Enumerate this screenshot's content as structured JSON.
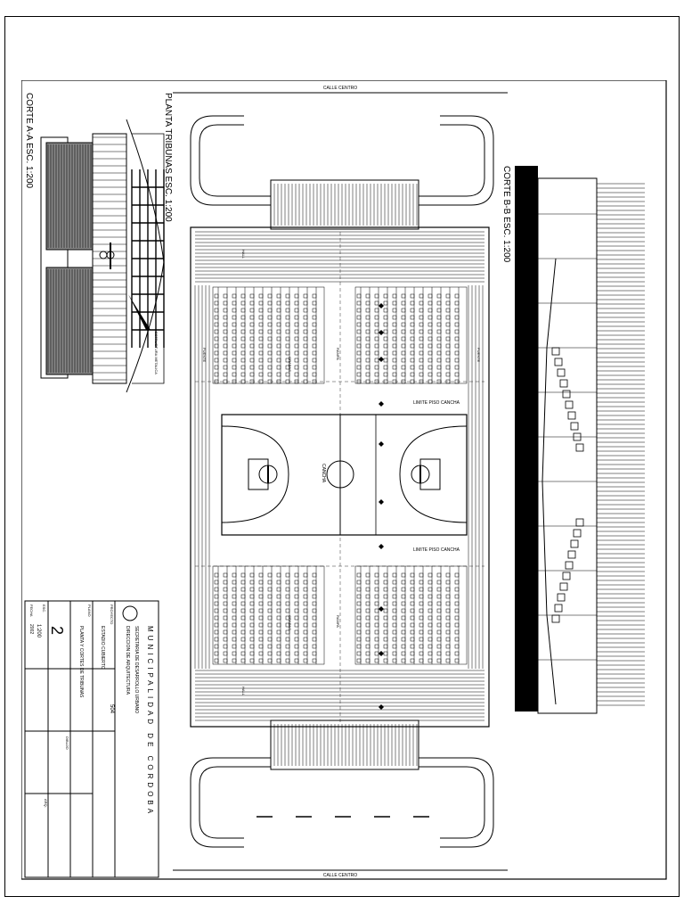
{
  "sheet": {
    "section_a_title": "CORTE A-A  ESC. 1:200",
    "plan_title": "PLANTA TRIBUNAS  ESC. 1:200",
    "section_b_title": "CORTE B-B  ESC. 1:200",
    "street_top": "CALLE CENTRO",
    "street_bottom": "CALLE CENTRO",
    "court_label": "CANCHA",
    "limit_label_1": "LIMITE PISO CANCHA",
    "limit_label_2": "LIMITE PISO CANCHA",
    "stands_label": "PLATEA",
    "rows_label": "GRADAS",
    "ramp_label": "RAMPA",
    "bridge_label": "PUENTE",
    "hall_label": "HALL"
  },
  "title_block": {
    "institution": "MUNICIPALIDAD DE CORDOBA",
    "secretariat": "SECRETARIA DE DESARROLLO URBANO",
    "direction": "DIRECCION DE ARQUITECTURA",
    "project_label": "PROYECTO",
    "project": "ESTADIO CUBIERTO",
    "drawing_label": "PLANO",
    "drawing": "PLANTA Y CORTES DE TRIBUNAS",
    "sheet_number": "2",
    "plan_code": "504",
    "scale_label": "ESC.",
    "scale": "1:200",
    "date_label": "FECHA",
    "date": "2002",
    "drawn_label": "DIBUJO",
    "architect_label": "ARQ."
  }
}
